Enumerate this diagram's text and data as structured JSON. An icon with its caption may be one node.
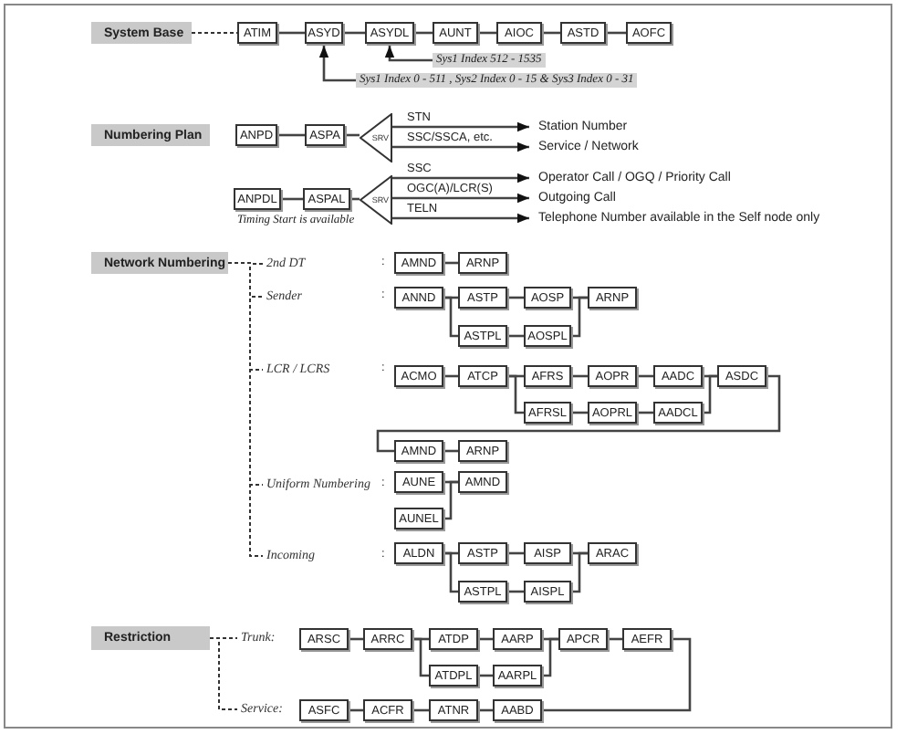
{
  "diagram": {
    "nodes": [
      {
        "text": [
          "System Base"
        ]
      },
      {
        "text": [
          "ATIM"
        ]
      },
      {
        "text": [
          "ASYD"
        ]
      },
      {
        "text": [
          "ASYDL"
        ]
      },
      {
        "text": [
          "AUNT"
        ]
      },
      {
        "text": [
          "AIOC"
        ]
      },
      {
        "text": [
          "ASTD"
        ]
      },
      {
        "text": [
          "AOFC"
        ]
      },
      {
        "text": [
          "Sys1 Index 512 - 1535"
        ]
      },
      {
        "text": [
          "Sys1 Index 0 - 511 , Sys2 Index 0 - 15 & Sys3 Index 0 - 31"
        ]
      },
      {
        "text": [
          "Numbering Plan"
        ]
      },
      {
        "text": [
          "ANPD"
        ]
      },
      {
        "text": [
          "ASPA"
        ]
      },
      {
        "text": [
          "SRV"
        ]
      },
      {
        "text": [
          "Station Number"
        ]
      },
      {
        "text": [
          "Service / Network"
        ]
      },
      {
        "text": [
          "ANPDL"
        ],
        "beside": [
          "Timing Start is available"
        ]
      },
      {
        "text": [
          "ASPAL"
        ]
      },
      {
        "text": [
          "SRV"
        ]
      },
      {
        "text": [
          "Operator Call / OGQ / Priority Call"
        ]
      },
      {
        "text": [
          "Outgoing Call"
        ]
      },
      {
        "text": [
          "Telephone Number available in the Self node only"
        ]
      },
      {
        "text": [
          "Network Numbering"
        ]
      },
      {
        "text": [
          "2nd DT"
        ]
      },
      {
        "text": [
          "AMND"
        ]
      },
      {
        "text": [
          "ARNP"
        ]
      },
      {
        "text": [
          "Sender"
        ]
      },
      {
        "text": [
          "ANND"
        ]
      },
      {
        "text": [
          "ASTP"
        ]
      },
      {
        "text": [
          "AOSP"
        ]
      },
      {
        "text": [
          "ARNP"
        ]
      },
      {
        "text": [
          "ASTPL"
        ]
      },
      {
        "text": [
          "AOSPL"
        ]
      },
      {
        "text": [
          "LCR / LCRS"
        ]
      },
      {
        "text": [
          "ACMO"
        ]
      },
      {
        "text": [
          "ATCP"
        ]
      },
      {
        "text": [
          "AFRS"
        ]
      },
      {
        "text": [
          "AOPR"
        ]
      },
      {
        "text": [
          "AADC"
        ]
      },
      {
        "text": [
          "ASDC"
        ]
      },
      {
        "text": [
          "AFRSL"
        ]
      },
      {
        "text": [
          "AOPRL"
        ]
      },
      {
        "text": [
          "AADCL"
        ]
      },
      {
        "text": [
          "AMND"
        ]
      },
      {
        "text": [
          "ARNP"
        ]
      },
      {
        "text": [
          "Uniform Numbering"
        ]
      },
      {
        "text": [
          "AUNE"
        ]
      },
      {
        "text": [
          "AMND"
        ]
      },
      {
        "text": [
          "AUNEL"
        ]
      },
      {
        "text": [
          "Incoming"
        ]
      },
      {
        "text": [
          "ALDN"
        ]
      },
      {
        "text": [
          "ASTP"
        ]
      },
      {
        "text": [
          "AISP"
        ]
      },
      {
        "text": [
          "ARAC"
        ]
      },
      {
        "text": [
          "ASTPL"
        ]
      },
      {
        "text": [
          "AISPL"
        ]
      },
      {
        "text": [
          "Restriction"
        ]
      },
      {
        "text": [
          "Trunk:"
        ]
      },
      {
        "text": [
          "ARSC"
        ]
      },
      {
        "text": [
          "ARRC"
        ]
      },
      {
        "text": [
          "ATDP"
        ]
      },
      {
        "text": [
          "AARP"
        ]
      },
      {
        "text": [
          "APCR"
        ]
      },
      {
        "text": [
          "AEFR"
        ]
      },
      {
        "text": [
          "ATDPL"
        ]
      },
      {
        "text": [
          "AARPL"
        ]
      },
      {
        "text": [
          "Service:"
        ]
      },
      {
        "text": [
          "ASFC"
        ]
      },
      {
        "text": [
          "ACFR"
        ]
      },
      {
        "text": [
          "ATNR"
        ]
      },
      {
        "text": [
          "AABD"
        ]
      }
    ],
    "edges": [
      {
        "from": 0,
        "to": 1,
        "arrow": "none",
        "style": "dashed"
      },
      {
        "from": 1,
        "to": 2,
        "arrow": "none"
      },
      {
        "from": 2,
        "to": 3,
        "arrow": "none"
      },
      {
        "from": 3,
        "to": 4,
        "arrow": "none"
      },
      {
        "from": 4,
        "to": 5,
        "arrow": "none"
      },
      {
        "from": 5,
        "to": 6,
        "arrow": "none"
      },
      {
        "from": 6,
        "to": 7,
        "arrow": "none"
      },
      {
        "from": 8,
        "to": 3,
        "arrow": "to"
      },
      {
        "from": 9,
        "to": 2,
        "arrow": "to"
      },
      {
        "from": 11,
        "to": 12,
        "arrow": "none"
      },
      {
        "from": 12,
        "to": 13,
        "arrow": "none"
      },
      {
        "from": 13,
        "to": 14,
        "arrow": "to",
        "label": "STN"
      },
      {
        "from": 13,
        "to": 15,
        "arrow": "to",
        "label": "SSC/SSCA, etc."
      },
      {
        "from": 16,
        "to": 17,
        "arrow": "none"
      },
      {
        "from": 17,
        "to": 18,
        "arrow": "none"
      },
      {
        "from": 18,
        "to": 19,
        "arrow": "to",
        "label": "SSC"
      },
      {
        "from": 18,
        "to": 20,
        "arrow": "to",
        "label": "OGC(A)/LCR(S)"
      },
      {
        "from": 18,
        "to": 21,
        "arrow": "to",
        "label": "TELN"
      },
      {
        "from": 22,
        "to": 23,
        "arrow": "none",
        "style": "dashed"
      },
      {
        "from": 22,
        "to": 26,
        "arrow": "none",
        "style": "dashed"
      },
      {
        "from": 22,
        "to": 33,
        "arrow": "none",
        "style": "dashed"
      },
      {
        "from": 22,
        "to": 45,
        "arrow": "none",
        "style": "dashed"
      },
      {
        "from": 22,
        "to": 49,
        "arrow": "none",
        "style": "dashed"
      },
      {
        "from": 24,
        "to": 25,
        "arrow": "none"
      },
      {
        "from": 27,
        "to": 28,
        "arrow": "none"
      },
      {
        "from": 27,
        "to": 31,
        "arrow": "none"
      },
      {
        "from": 28,
        "to": 29,
        "arrow": "none"
      },
      {
        "from": 31,
        "to": 32,
        "arrow": "none"
      },
      {
        "from": 29,
        "to": 30,
        "arrow": "none"
      },
      {
        "from": 32,
        "to": 30,
        "arrow": "none"
      },
      {
        "from": 34,
        "to": 35,
        "arrow": "none"
      },
      {
        "from": 35,
        "to": 36,
        "arrow": "none"
      },
      {
        "from": 35,
        "to": 40,
        "arrow": "none"
      },
      {
        "from": 36,
        "to": 37,
        "arrow": "none"
      },
      {
        "from": 37,
        "to": 38,
        "arrow": "none"
      },
      {
        "from": 40,
        "to": 41,
        "arrow": "none"
      },
      {
        "from": 41,
        "to": 42,
        "arrow": "none"
      },
      {
        "from": 38,
        "to": 39,
        "arrow": "none"
      },
      {
        "from": 42,
        "to": 39,
        "arrow": "none"
      },
      {
        "from": 39,
        "to": 43,
        "arrow": "none"
      },
      {
        "from": 43,
        "to": 44,
        "arrow": "none"
      },
      {
        "from": 46,
        "to": 47,
        "arrow": "none"
      },
      {
        "from": 48,
        "to": 47,
        "arrow": "none"
      },
      {
        "from": 50,
        "to": 51,
        "arrow": "none"
      },
      {
        "from": 50,
        "to": 54,
        "arrow": "none"
      },
      {
        "from": 51,
        "to": 52,
        "arrow": "none"
      },
      {
        "from": 54,
        "to": 55,
        "arrow": "none"
      },
      {
        "from": 52,
        "to": 53,
        "arrow": "none"
      },
      {
        "from": 55,
        "to": 53,
        "arrow": "none"
      },
      {
        "from": 56,
        "to": 57,
        "arrow": "none",
        "style": "dashed"
      },
      {
        "from": 56,
        "to": 66,
        "arrow": "none",
        "style": "dashed"
      },
      {
        "from": 58,
        "to": 59,
        "arrow": "none"
      },
      {
        "from": 59,
        "to": 60,
        "arrow": "none"
      },
      {
        "from": 59,
        "to": 64,
        "arrow": "none"
      },
      {
        "from": 60,
        "to": 61,
        "arrow": "none"
      },
      {
        "from": 64,
        "to": 65,
        "arrow": "none"
      },
      {
        "from": 61,
        "to": 62,
        "arrow": "none"
      },
      {
        "from": 65,
        "to": 62,
        "arrow": "none"
      },
      {
        "from": 62,
        "to": 63,
        "arrow": "none"
      },
      {
        "from": 63,
        "to": 70,
        "arrow": "none"
      },
      {
        "from": 67,
        "to": 68,
        "arrow": "none"
      },
      {
        "from": 68,
        "to": 69,
        "arrow": "none"
      },
      {
        "from": 69,
        "to": 70,
        "arrow": "none"
      }
    ],
    "labels": [
      ":",
      ":",
      ":",
      ":",
      ":"
    ]
  }
}
